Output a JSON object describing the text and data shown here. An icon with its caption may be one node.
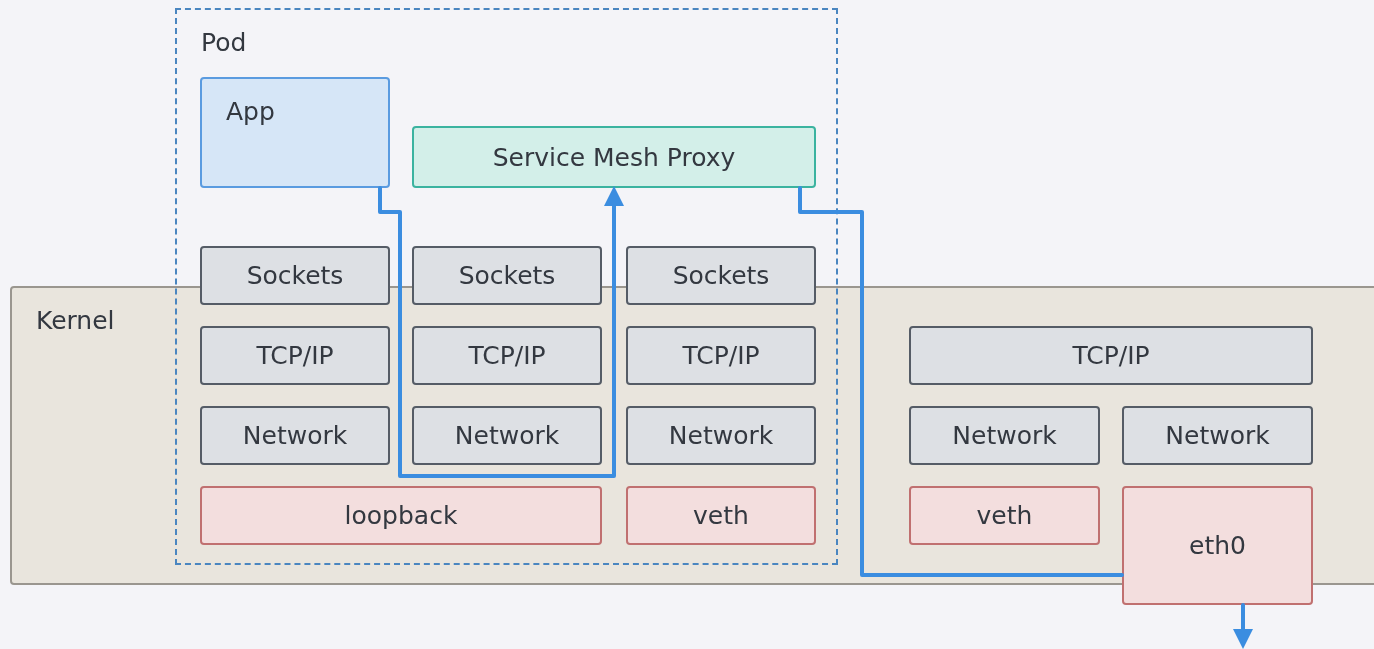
{
  "diagram": {
    "nodes": [
      {
        "text": [
          "Pod"
        ]
      },
      {
        "text": [
          "App"
        ],
        "in": 0
      },
      {
        "text": [
          "Service Mesh Proxy"
        ],
        "in": 0
      },
      {
        "text": [
          "Kernel"
        ]
      },
      {
        "text": [
          "Sockets"
        ],
        "in": 0
      },
      {
        "text": [
          "Sockets"
        ],
        "in": 0
      },
      {
        "text": [
          "Sockets"
        ],
        "in": 0
      },
      {
        "text": [
          "TCP/IP"
        ]
      },
      {
        "text": [
          "TCP/IP"
        ]
      },
      {
        "text": [
          "TCP/IP"
        ]
      },
      {
        "text": [
          "TCP/IP"
        ],
        "in": 3
      },
      {
        "text": [
          "Network"
        ]
      },
      {
        "text": [
          "Network"
        ]
      },
      {
        "text": [
          "Network"
        ]
      },
      {
        "text": [
          "Network"
        ],
        "in": 3
      },
      {
        "text": [
          "Network"
        ],
        "in": 3
      },
      {
        "text": [
          "loopback"
        ]
      },
      {
        "text": [
          "veth"
        ]
      },
      {
        "text": [
          "veth"
        ],
        "in": 3
      },
      {
        "text": [
          "eth0"
        ],
        "in": 3
      }
    ],
    "edges": [
      {
        "from": 1,
        "to": 2,
        "arrow": "to"
      },
      {
        "from": 2,
        "to": 19,
        "arrow": "none"
      },
      {
        "from": 19,
        "to": null,
        "arrow": "to"
      }
    ]
  }
}
